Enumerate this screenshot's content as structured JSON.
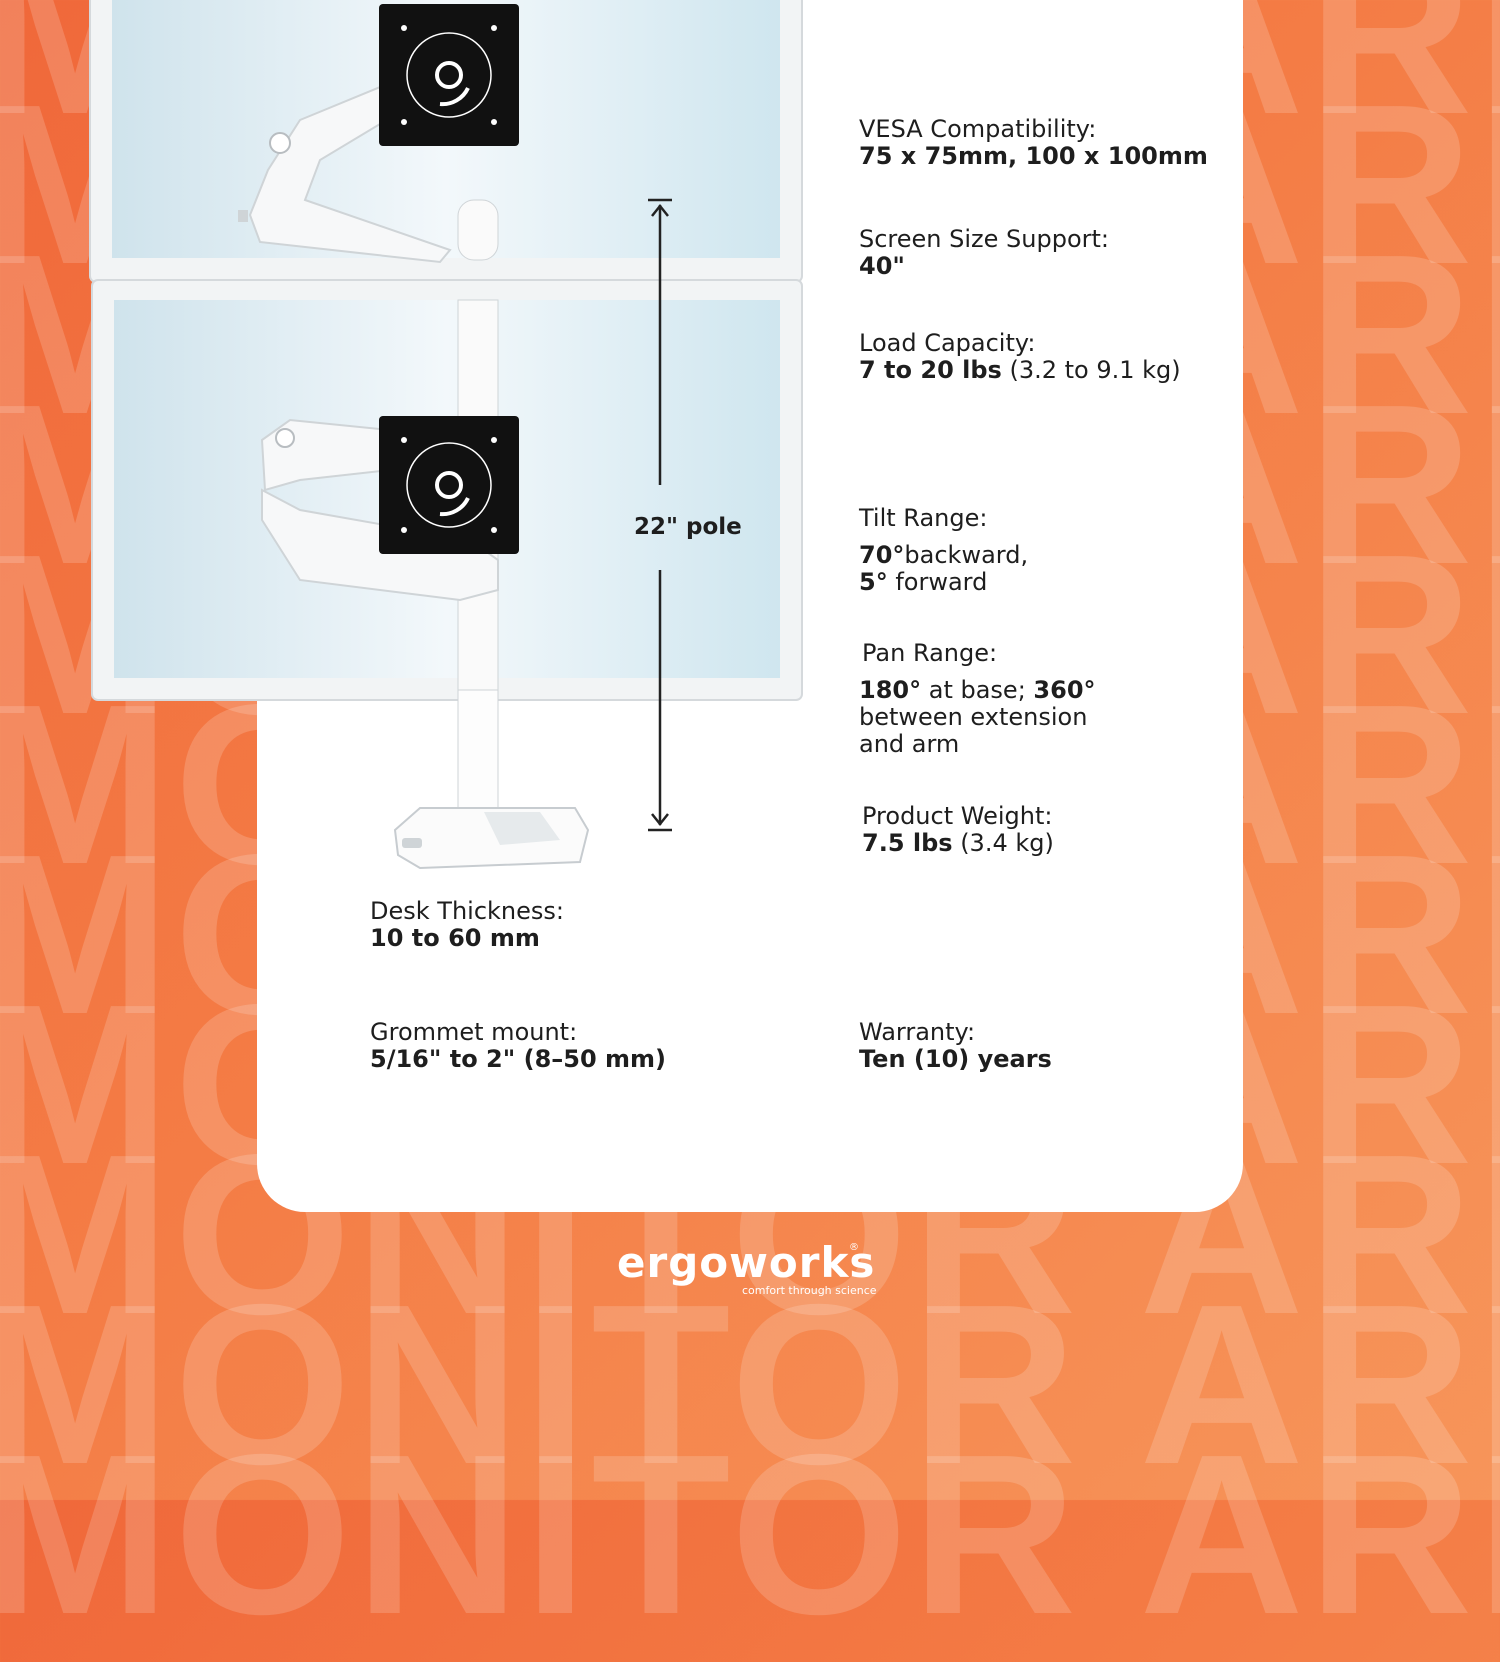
{
  "background": {
    "word": "MONITOR ARM",
    "color": "#f47c45"
  },
  "illustration": {
    "pole_label": "22\" pole"
  },
  "specs": {
    "vesa": {
      "label": "VESA Compatibility:",
      "value": "75 x 75mm, 100 x 100mm"
    },
    "screen_size": {
      "label": "Screen Size Support:",
      "value": "40\""
    },
    "load": {
      "label": "Load Capacity:",
      "value": "7 to 20 lbs",
      "note": " (3.2 to 9.1 kg)"
    },
    "tilt": {
      "label": "Tilt Range:",
      "value1": "70°",
      "text1": "backward,",
      "value2": "5°",
      "text2": " forward"
    },
    "pan": {
      "label": "Pan Range:",
      "value1": "180°",
      "text1": " at base; ",
      "value2": "360°",
      "text2": "between extension",
      "text3": "and arm"
    },
    "weight": {
      "label": "Product Weight:",
      "value": "7.5 lbs",
      "note": " (3.4 kg)"
    },
    "desk": {
      "label": "Desk Thickness:",
      "value": "10 to 60 mm"
    },
    "grommet": {
      "label": "Grommet mount:",
      "value": "5/16\" to 2\" (8–50 mm)"
    },
    "warranty": {
      "label": "Warranty:",
      "value": "Ten (10) years"
    }
  },
  "logo": {
    "name": "ergoworks",
    "tagline": "comfort through science",
    "reg": "®"
  }
}
